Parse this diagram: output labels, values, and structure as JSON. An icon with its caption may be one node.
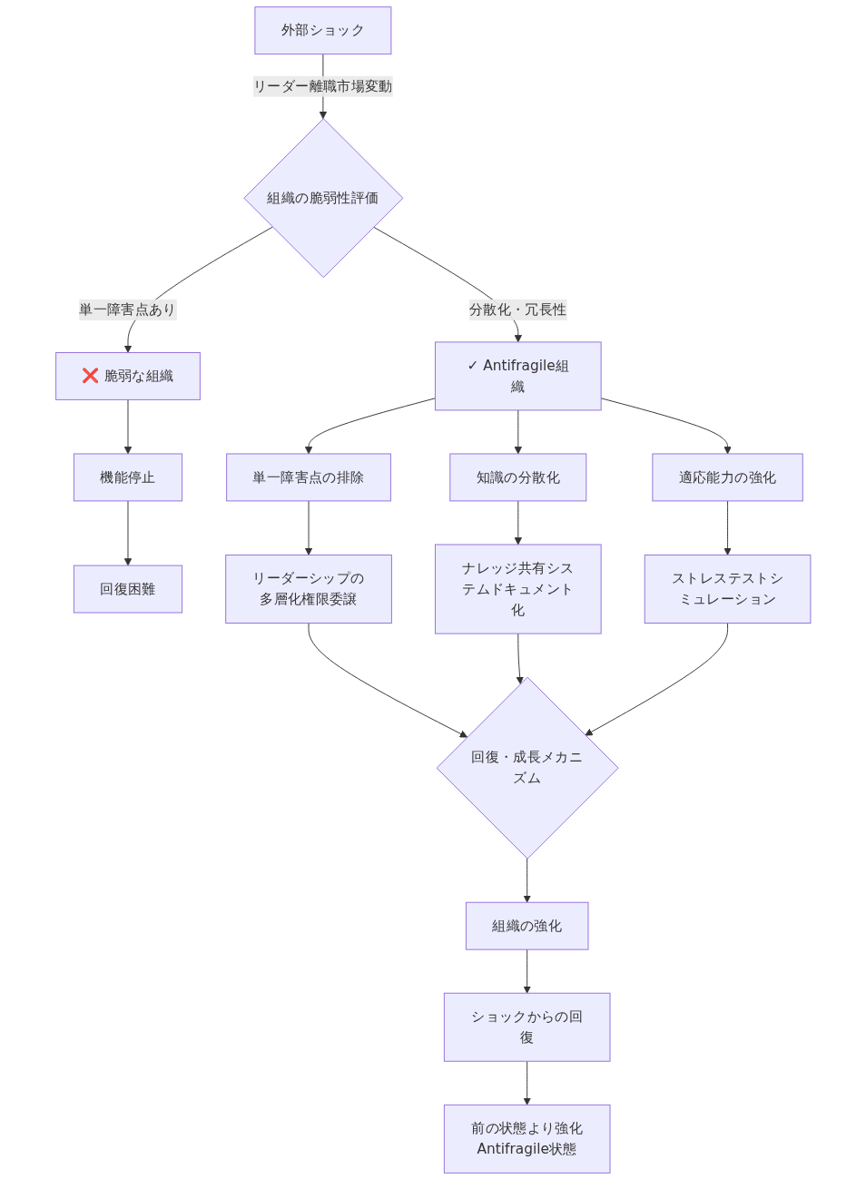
{
  "diagram": {
    "nodes": [
      {
        "text": [
          "外部ショック"
        ]
      },
      {
        "text": [
          "組織の脆弱性評価"
        ]
      },
      {
        "text": [
          "❌ 脆弱な組織"
        ]
      },
      {
        "text": [
          "✓ Antifragile組織"
        ]
      },
      {
        "text": [
          "機能停止"
        ]
      },
      {
        "text": [
          "回復困難"
        ]
      },
      {
        "text": [
          "単一障害点の排除"
        ]
      },
      {
        "text": [
          "知識の分散化"
        ]
      },
      {
        "text": [
          "適応能力の強化"
        ]
      },
      {
        "text": [
          "リーダーシップの多層化権限委譲"
        ]
      },
      {
        "text": [
          "ナレッジ共有システムドキュメント化"
        ]
      },
      {
        "text": [
          "ストレステストシミュレーション"
        ]
      },
      {
        "text": [
          "回復・成長メカニズム"
        ]
      },
      {
        "text": [
          "組織の強化"
        ]
      },
      {
        "text": [
          "ショックからの回復"
        ]
      },
      {
        "text": [
          "前の状態より強化Antifragile状態"
        ]
      }
    ],
    "edges": [
      {
        "from": 0,
        "to": 1,
        "arrow": "to",
        "label": "リーダー離職市場変動"
      },
      {
        "from": 1,
        "to": 2,
        "arrow": "to",
        "label": "単一障害点あり"
      },
      {
        "from": 1,
        "to": 3,
        "arrow": "to",
        "label": "分散化・冗長性"
      },
      {
        "from": 2,
        "to": 4,
        "arrow": "to"
      },
      {
        "from": 4,
        "to": 5,
        "arrow": "to"
      },
      {
        "from": 3,
        "to": 6,
        "arrow": "to"
      },
      {
        "from": 3,
        "to": 7,
        "arrow": "to"
      },
      {
        "from": 3,
        "to": 8,
        "arrow": "to"
      },
      {
        "from": 6,
        "to": 9,
        "arrow": "to"
      },
      {
        "from": 7,
        "to": 10,
        "arrow": "to"
      },
      {
        "from": 8,
        "to": 11,
        "arrow": "to"
      },
      {
        "from": 9,
        "to": 12,
        "arrow": "to"
      },
      {
        "from": 10,
        "to": 12,
        "arrow": "to"
      },
      {
        "from": 11,
        "to": 12,
        "arrow": "to"
      },
      {
        "from": 12,
        "to": 13,
        "arrow": "to"
      },
      {
        "from": 13,
        "to": 14,
        "arrow": "to"
      },
      {
        "from": 14,
        "to": 15,
        "arrow": "to"
      }
    ]
  }
}
